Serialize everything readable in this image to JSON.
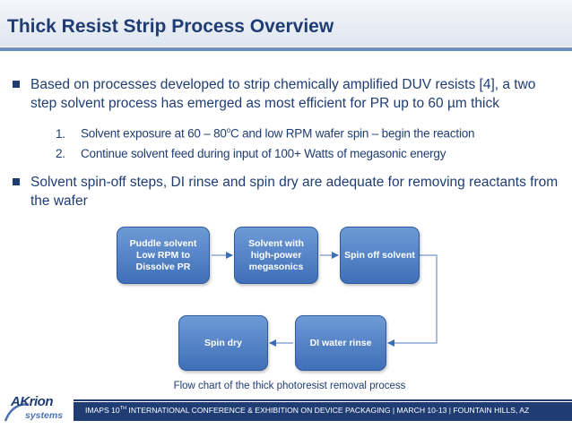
{
  "slide": {
    "title": "Thick Resist Strip Process Overview",
    "bullets": [
      "Based on processes developed to strip chemically amplified DUV resists [4], a two step solvent process has emerged as most efficient for PR up to 60 µm thick",
      "Solvent spin-off steps, DI rinse and spin dry are adequate for removing reactants from the wafer"
    ],
    "steps": [
      {
        "num": "1.",
        "before": "Solvent exposure at 60 – 80",
        "sup": "o",
        "after": "C and low RPM wafer spin – begin the reaction"
      },
      {
        "num": "2.",
        "text": "Continue solvent feed during input of 100+ Watts of megasonic energy"
      }
    ]
  },
  "flowchart": {
    "box1": [
      "Puddle solvent",
      "Low RPM to",
      "Dissolve PR"
    ],
    "box2": [
      "Solvent with",
      "high-power",
      "megasonics"
    ],
    "box3": [
      "Spin off solvent"
    ],
    "box4": [
      "DI water rinse"
    ],
    "box5": [
      "Spin dry"
    ],
    "caption": "Flow chart of the thick photoresist removal process"
  },
  "footer": {
    "prefix": "IMAPS 10",
    "sup": "TH",
    "suffix": " INTERNATIONAL CONFERENCE & EXHIBITION ON DEVICE PACKAGING | MARCH 10-13 | FOUNTAIN HILLS, AZ"
  },
  "logo": {
    "main": "AKrion",
    "sub": "systems"
  },
  "colors": {
    "title": "#1f3d73",
    "box_fill": "#4f80c6",
    "footer_band": "#1f3d73"
  }
}
